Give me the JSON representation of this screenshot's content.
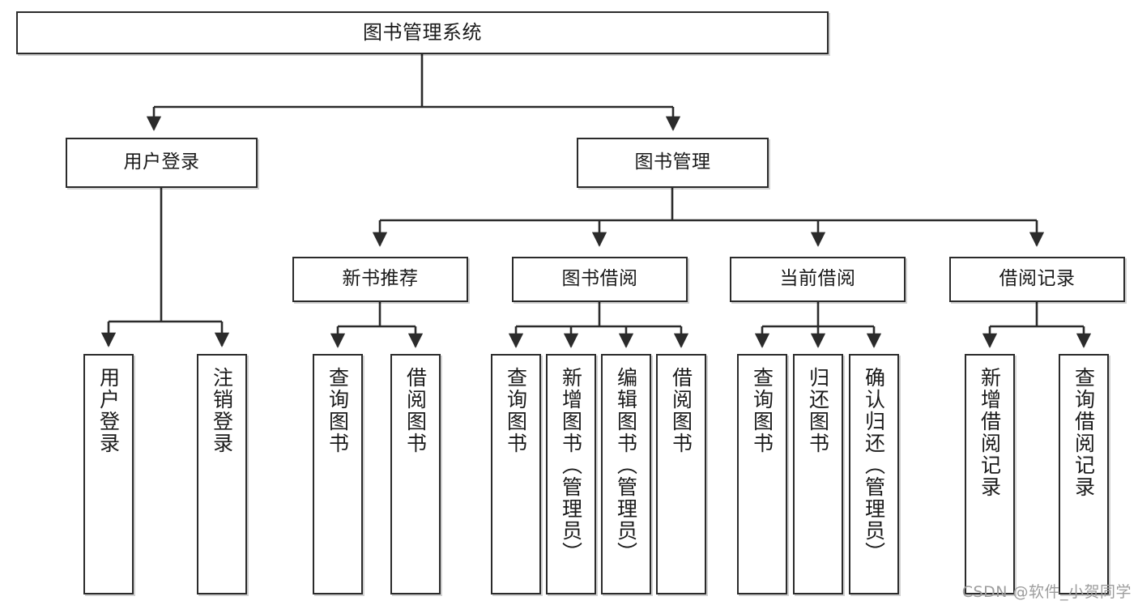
{
  "diagram": {
    "title": "图书管理系统",
    "type": "tree-hierarchy-chart",
    "root": {
      "id": "root",
      "label": "图书管理系统"
    },
    "level2": [
      {
        "id": "user-login",
        "label": "用户登录"
      },
      {
        "id": "book-management",
        "label": "图书管理"
      }
    ],
    "level3": [
      {
        "id": "new-book-recommend",
        "label": "新书推荐"
      },
      {
        "id": "book-borrow",
        "label": "图书借阅"
      },
      {
        "id": "current-borrow",
        "label": "当前借阅"
      },
      {
        "id": "borrow-record",
        "label": "借阅记录"
      }
    ],
    "leaves": {
      "user-login": [
        {
          "id": "leaf-user-login",
          "label": "用户登录"
        },
        {
          "id": "leaf-logout-login",
          "label": "注销登录"
        }
      ],
      "new-book-recommend": [
        {
          "id": "leaf-query-book-1",
          "label": "查询图书"
        },
        {
          "id": "leaf-borrow-book-1",
          "label": "借阅图书"
        }
      ],
      "book-borrow": [
        {
          "id": "leaf-query-book-2",
          "label": "查询图书"
        },
        {
          "id": "leaf-add-book",
          "label": "新增图书（管理员）"
        },
        {
          "id": "leaf-edit-book",
          "label": "编辑图书（管理员）"
        },
        {
          "id": "leaf-borrow-book-2",
          "label": "借阅图书"
        }
      ],
      "current-borrow": [
        {
          "id": "leaf-query-book-3",
          "label": "查询图书"
        },
        {
          "id": "leaf-return-book",
          "label": "归还图书"
        },
        {
          "id": "leaf-confirm-return",
          "label": "确认归还（管理员）"
        }
      ],
      "borrow-record": [
        {
          "id": "leaf-add-record",
          "label": "新增借阅记录"
        },
        {
          "id": "leaf-query-record",
          "label": "查询借阅记录"
        }
      ]
    }
  },
  "watermark": {
    "text": "CSDN @软件_小贺同学"
  },
  "colors": {
    "stroke": "#2b2b2b",
    "fill": "#ffffff",
    "text": "#1a1a1a",
    "watermark": "#9d9d9d"
  }
}
